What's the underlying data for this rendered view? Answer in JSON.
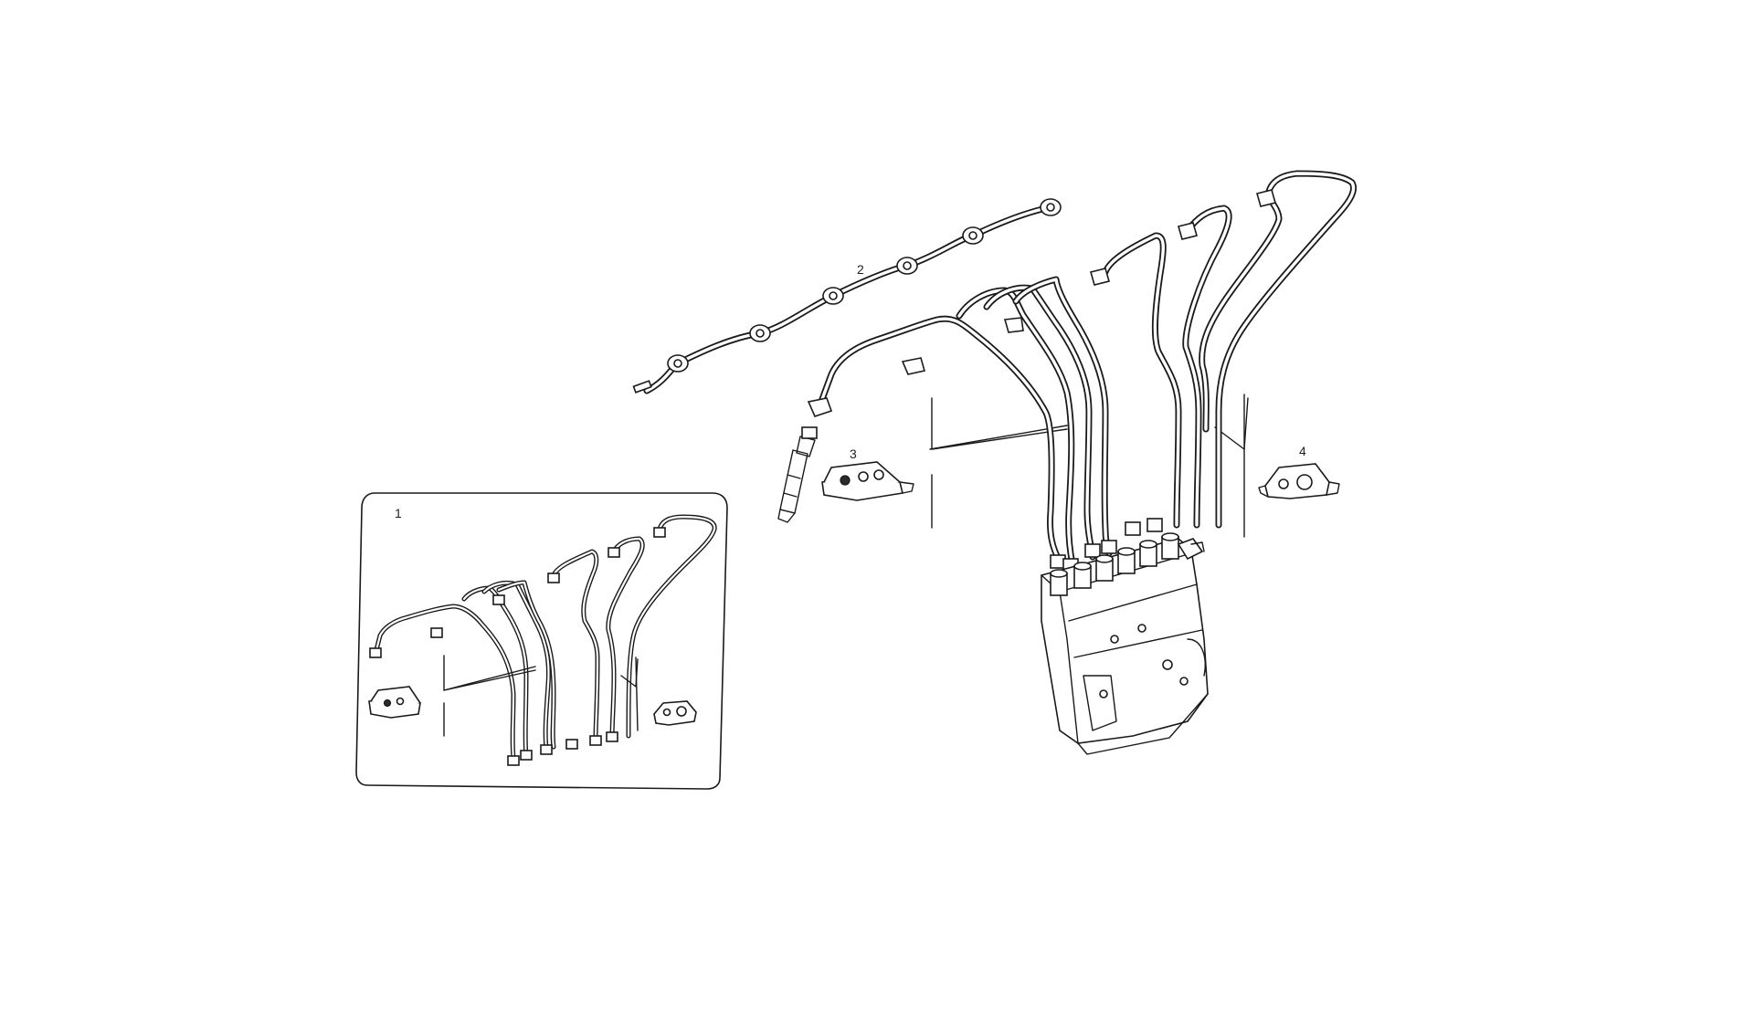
{
  "callouts": {
    "item_1": "1",
    "item_2": "2",
    "item_3": "3",
    "item_4": "4"
  },
  "colors": {
    "line": "#1a1a1a",
    "background": "#ffffff"
  }
}
